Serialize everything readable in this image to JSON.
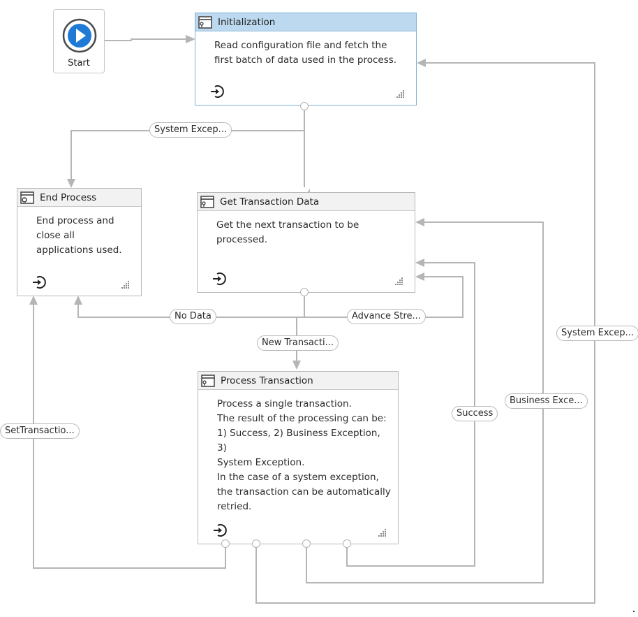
{
  "start": {
    "label": "Start"
  },
  "states": {
    "initialization": {
      "title": "Initialization",
      "description": "Read configuration file and fetch the\nfirst batch of data used in the process."
    },
    "end_process": {
      "title": "End Process",
      "description": "End process and\nclose all\napplications used."
    },
    "get_transaction_data": {
      "title": "Get Transaction Data",
      "description": "Get the next transaction to be\nprocessed."
    },
    "process_transaction": {
      "title": "Process Transaction",
      "description": "Process a single transaction.\nThe result of the processing can be:\n1) Success, 2) Business Exception, 3)\nSystem Exception.\nIn the case of a system exception,\nthe transaction can be automatically\nretried."
    }
  },
  "transitions": {
    "init_system_exception": "System Excep...",
    "no_data": "No Data",
    "advance_stream": "Advance Stre...",
    "new_transaction": "New Transacti...",
    "set_transaction_status": "SetTransactio...",
    "success": "Success",
    "business_exception": "Business Exce...",
    "process_system_exception": "System Excep..."
  },
  "colors": {
    "connector": "#b5b5b5",
    "selected_header": "#bcd9ef",
    "header": "#f2f2f2",
    "start_icon": "#1f7ad6"
  }
}
